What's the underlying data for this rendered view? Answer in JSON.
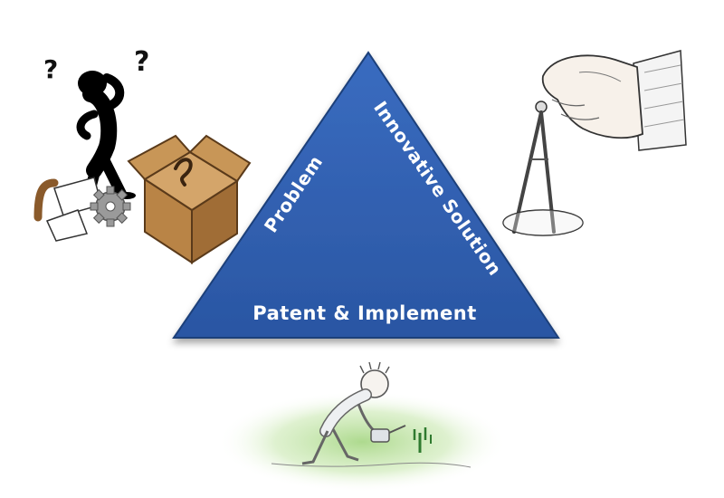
{
  "diagram": {
    "labels": {
      "left": "Problem",
      "right": "Innovative Solution",
      "bottom": "Patent & Implement"
    },
    "colors": {
      "triangle_fill": "#2f5fae",
      "triangle_edge": "#1d3f7a",
      "label_text": "#ffffff"
    },
    "illustrations": {
      "top_left": "confused-person-with-box-icon",
      "top_right": "hand-with-compass-icon",
      "bottom": "person-watering-plant-icon"
    }
  }
}
